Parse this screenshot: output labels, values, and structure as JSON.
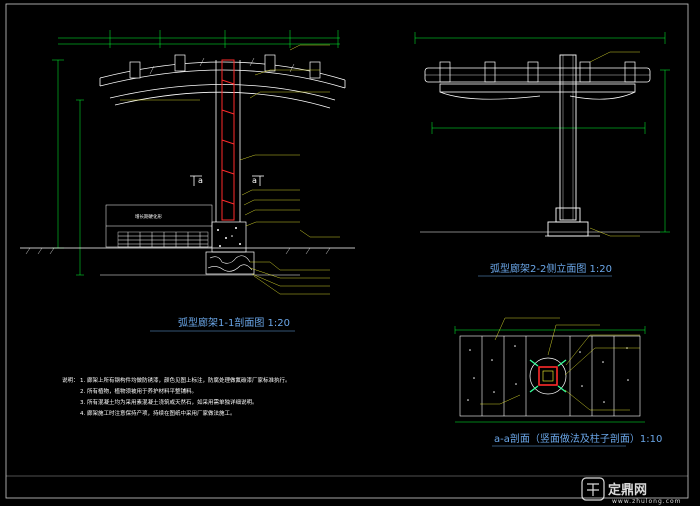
{
  "drawing": {
    "title_1": "弧型廊架1-1剖面图  1:20",
    "title_2": "弧型廊架2-2侧立面图  1:20",
    "title_3": "a-a剖面（竖面做法及柱子剖面）1:10",
    "section_mark_left": "a",
    "section_mark_right": "a",
    "ground_label": "增长期硬化形",
    "notes_heading": "说明：",
    "notes": [
      "1. 廊架上所有钢构件均做防锈漆，颜色见图上标注，防腐处理做氟碳漆厂家标准执行。",
      "2. 所有植物，植物须被用于养护材料平整铺料。",
      "3. 所有混凝土均为采用素混凝土浇筑或天然石，如采用需单独详细说明。",
      "4. 廊架施工时注意保持产项，持续在图纸中采用厂家做法施工。"
    ]
  },
  "watermark": {
    "text": "定鼎网",
    "url": "www.zhulong.com"
  },
  "colors": {
    "background": "#000000",
    "frame": "#cccccc",
    "dimension": "#00ff33",
    "structure": "#ffffff",
    "column": "#ff2a2a",
    "leader": "#ffff33",
    "title": "#6aa6e8",
    "detail": "#33ff99"
  }
}
